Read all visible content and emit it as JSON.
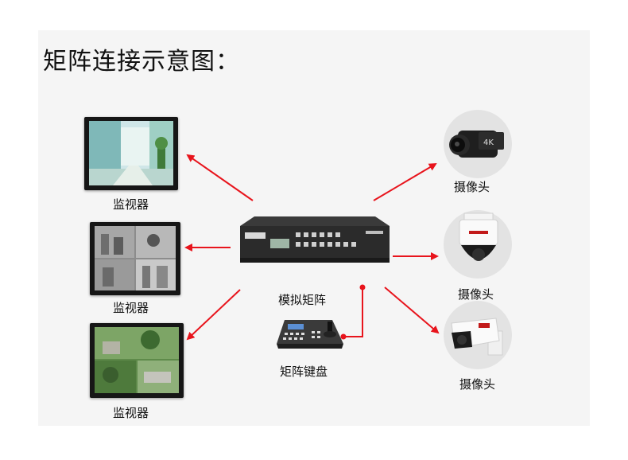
{
  "title": "矩阵连接示意图：",
  "center": {
    "matrix_label": "模拟矩阵",
    "keyboard_label": "矩阵键盘"
  },
  "monitors": [
    {
      "label": "监视器",
      "scene": "office-corridor"
    },
    {
      "label": "监视器",
      "scene": "factory-floor"
    },
    {
      "label": "监视器",
      "scene": "outdoor-park"
    }
  ],
  "cameras": [
    {
      "label": "摄像头",
      "type": "camcorder"
    },
    {
      "label": "摄像头",
      "type": "dome-camera"
    },
    {
      "label": "摄像头",
      "type": "bullet-camera"
    }
  ],
  "colors": {
    "arrow": "#e8141c",
    "background": "#f5f5f5",
    "device": "#2b2b2b"
  }
}
